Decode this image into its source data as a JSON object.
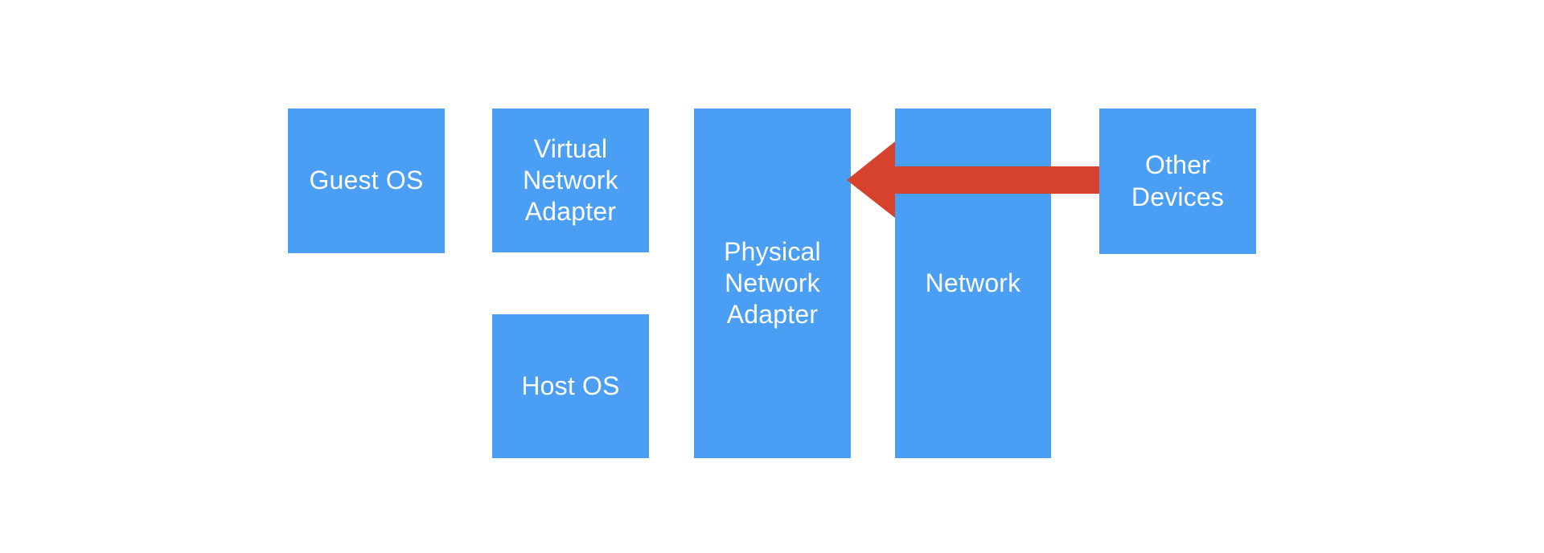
{
  "colors": {
    "background": "#ffffff",
    "node_fill": "#4a9ef4",
    "node_text": "#ffffff",
    "arrow_fill": "#d7422d"
  },
  "nodes": {
    "guest_os": {
      "label": "Guest OS"
    },
    "virtual_network_adapter": {
      "label": "Virtual Network Adapter"
    },
    "host_os": {
      "label": "Host OS"
    },
    "physical_network_adapter": {
      "label": "Physical Network Adapter"
    },
    "network": {
      "label": "Network"
    },
    "other_devices": {
      "label": "Other Devices"
    }
  },
  "arrow": {
    "from": "Other Devices",
    "to": "Physical Network Adapter",
    "direction": "left",
    "fill": "#d7422d"
  }
}
